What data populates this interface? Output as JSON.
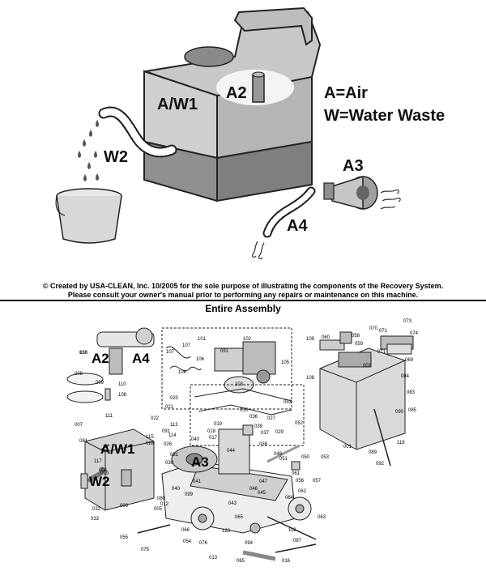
{
  "top_labels": {
    "a2": "A2",
    "aw1": "A/W1",
    "w2": "W2",
    "a3": "A3",
    "a4": "A4",
    "legend_air": "A=Air",
    "legend_water": "W=Water Waste"
  },
  "copyright_line1": "© Created by USA-CLEAN, Inc. 10/2005 for the sole purpose of illustrating the components of the Recovery System.",
  "copyright_line2": "Please consult your owner's manual prior to performing any repairs or maintenance on this machine.",
  "assembly_title": "Entire Assembly",
  "assembly_codes": {
    "a2": "A2",
    "a4": "A4",
    "aw1": "A/W1",
    "w2": "W2",
    "a3": "A3"
  },
  "part_numbers": [
    "010",
    "008",
    "009",
    "110",
    "108",
    "101",
    "107",
    "106",
    "102",
    "091",
    "105",
    "103",
    "107",
    "106",
    "109",
    "108",
    "060",
    "058",
    "059",
    "070",
    "071",
    "073",
    "074",
    "071",
    "069",
    "002",
    "084",
    "083",
    "085",
    "090",
    "007",
    "111",
    "081",
    "020",
    "021",
    "022",
    "113",
    "114",
    "115",
    "028",
    "091",
    "026",
    "031",
    "030",
    "040",
    "019",
    "017",
    "018",
    "035",
    "053",
    "036",
    "037",
    "038",
    "039",
    "027",
    "052",
    "029",
    "049",
    "051",
    "050",
    "053",
    "001",
    "089",
    "118",
    "092",
    "117",
    "004",
    "006",
    "005",
    "099",
    "032",
    "033",
    "044",
    "041",
    "040",
    "099",
    "080",
    "012",
    "043",
    "046",
    "047",
    "045",
    "061",
    "056",
    "057",
    "062",
    "064",
    "063",
    "065",
    "066",
    "054",
    "055",
    "075",
    "076",
    "013",
    "123",
    "065",
    "094",
    "067",
    "016",
    "112",
    "087",
    "116"
  ]
}
